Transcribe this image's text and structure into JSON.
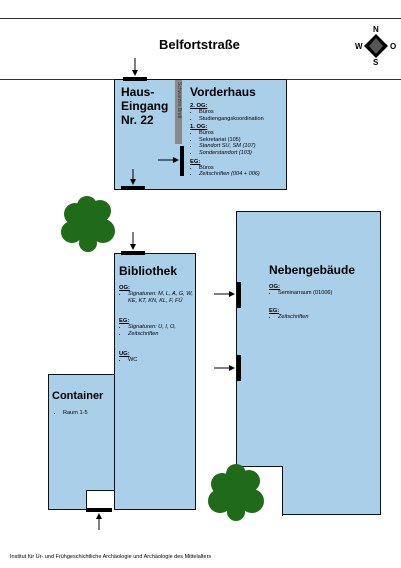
{
  "street": {
    "name": "Belfortstraße"
  },
  "compass": {
    "n": "N",
    "s": "S",
    "w": "W",
    "o": "O"
  },
  "vorderhaus": {
    "title": "Vorderhaus",
    "entrance": [
      "Haus-",
      "Eingang",
      "Nr. 22"
    ],
    "board": "Schwarzes Brett",
    "floors": [
      {
        "label": "2. OG:",
        "items": [
          "Büros",
          "Studiengangskoordination"
        ]
      },
      {
        "label": "1. OG:",
        "items": [
          "Büros",
          "Sekretariat (105)",
          "Standort SU, SM (107)",
          "Sonderstandort (103)"
        ]
      },
      {
        "label": "EG:",
        "items": [
          "Büros",
          "Zeitschriften (004 + 006)"
        ]
      }
    ]
  },
  "bibliothek": {
    "title": "Bibliothek",
    "floors": [
      {
        "label": "OG:",
        "items": [
          "Signaturen: M, L, A, G, W, KE, KT, KN, KL, F, FÜ"
        ]
      },
      {
        "label": "EG:",
        "items": [
          "Signaturen: U, I, O,",
          "Zeitschriften"
        ]
      },
      {
        "label": "UG:",
        "items": [
          "WC"
        ]
      }
    ]
  },
  "nebengebaeude": {
    "title": "Nebengebäude",
    "floors": [
      {
        "label": "OG:",
        "items": [
          "Seminarraum (01006)"
        ]
      },
      {
        "label": "EG:",
        "items": [
          "Zeitschriften"
        ]
      }
    ]
  },
  "container": {
    "title": "Container",
    "items": [
      "Raum 1-5"
    ]
  },
  "footer": {
    "text": "Institut für Ur- und Frühgeschichtliche Archäologie und Archäologie des Mittelalters"
  },
  "colors": {
    "building": "#a9cfe9",
    "tree": "#1f6b1a",
    "door": "#000000"
  }
}
